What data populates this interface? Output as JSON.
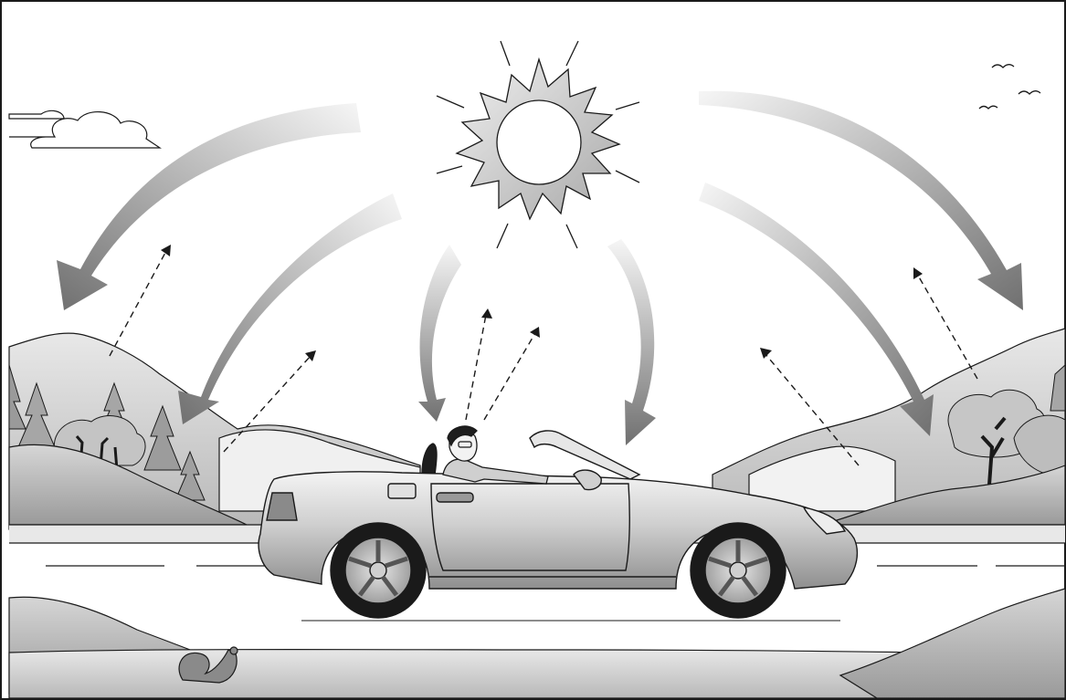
{
  "illustration": {
    "subject": "solar-radiation-convertible-car",
    "elements": {
      "sun": "sun-icon",
      "incoming_rays": "incoming-radiation-arrow",
      "reflected_rays": "reflected-radiation-arrow",
      "car": "convertible-car",
      "driver": "driver-figure",
      "clouds": "cloud-icon",
      "birds": "bird-icon",
      "trees": "tree-icon",
      "squirrel": "squirrel-icon"
    },
    "colors": {
      "outline": "#1a1a1a",
      "arrow_dark": "#7a7a7a",
      "arrow_light": "#f2f2f2",
      "hill": "#cfcfcf",
      "road_edge": "#e6e6e6",
      "car_body": "#c8c8c8",
      "sun_fill": "#d9d9d9"
    }
  }
}
